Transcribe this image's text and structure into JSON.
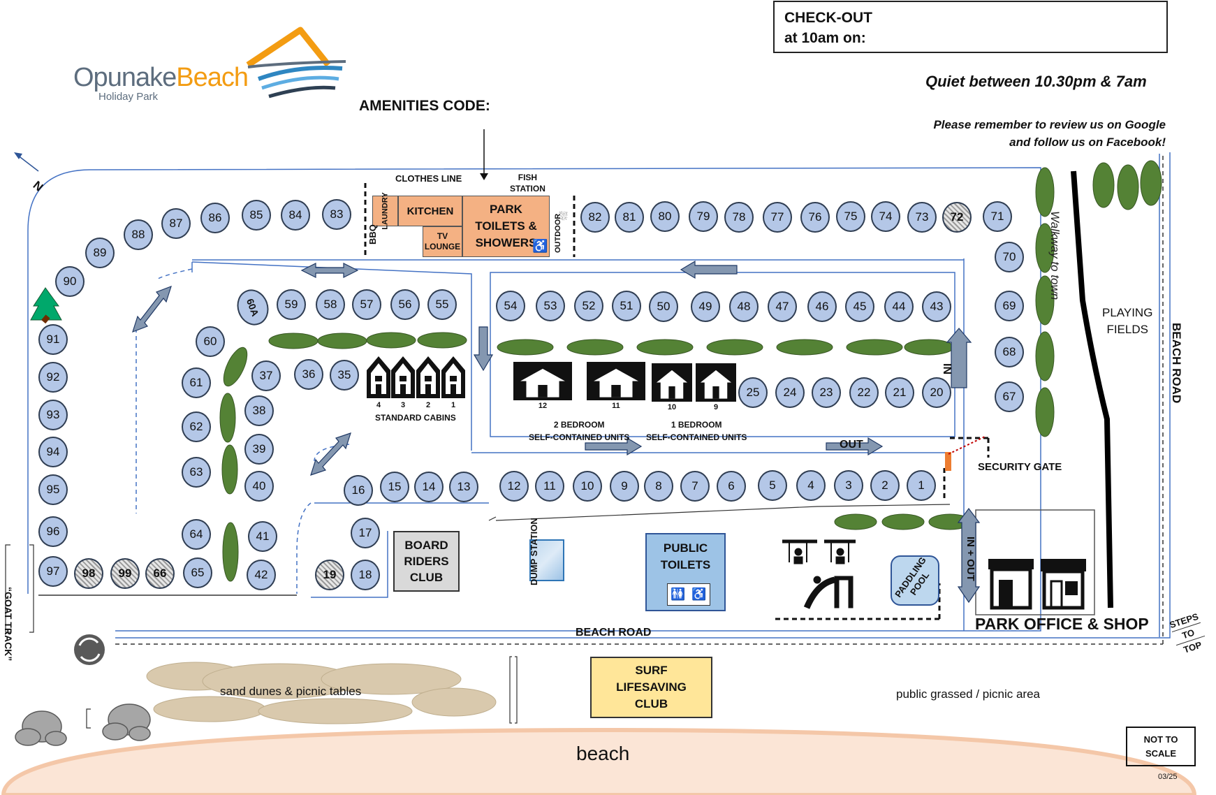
{
  "logo": {
    "brand_part1": "Opunake",
    "brand_part2": "Beach",
    "tagline": "Holiday Park"
  },
  "checkout": {
    "line1": "CHECK-OUT",
    "line2": "at 10am on:"
  },
  "quiet_notice": "Quiet between 10.30pm & 7am",
  "review_notice": {
    "line1": "Please remember to review us on Google",
    "line2": "and follow us on Facebook!"
  },
  "amenities_code": "AMENITIES CODE:",
  "north": "N",
  "labels": {
    "clothes_line": "CLOTHES LINE",
    "fish_station": [
      "FISH",
      "STATION"
    ],
    "laundry": "LAUNDRY",
    "kitchen": "KITCHEN",
    "tv_lounge": [
      "TV",
      "LOUNGE"
    ],
    "bbq": "BBQ",
    "park_toilets": [
      "PARK",
      "TOILETS &",
      "SHOWERS"
    ],
    "outdoor": "OUTDOOR",
    "walkway": "Walkway to town",
    "playing_fields": [
      "PLAYING",
      "FIELDS"
    ],
    "beach_road_vertical": "BEACH ROAD",
    "beach_road": "BEACH ROAD",
    "in": "IN",
    "out": "OUT",
    "in_out": "IN + OUT",
    "security_gate": "SECURITY GATE",
    "standard_cabins": "STANDARD CABINS",
    "two_bedroom": [
      "2 BEDROOM",
      "SELF-CONTAINED UNITS"
    ],
    "one_bedroom": [
      "1 BEDROOM",
      "SELF-CONTAINED UNITS"
    ],
    "board_riders": [
      "BOARD",
      "RIDERS",
      "CLUB"
    ],
    "dump_station": "DUMP STATION",
    "public_toilets": [
      "PUBLIC",
      "TOILETS"
    ],
    "paddling_pool": [
      "PADDLING",
      "POOL"
    ],
    "park_office": "PARK OFFICE & SHOP",
    "goat_track": "“GOAT TRACK”",
    "steps_to_top": [
      "STEPS",
      "TO",
      "TOP"
    ],
    "sand_dunes": "sand dunes & picnic tables",
    "public_grassed": "public grassed / picnic area",
    "surf_club": [
      "SURF",
      "LIFESAVING",
      "CLUB"
    ],
    "beach": "beach",
    "not_to_scale": [
      "NOT TO",
      "SCALE"
    ],
    "date_code": "03/25"
  },
  "cabins": {
    "standard": [
      "4",
      "3",
      "2",
      "1"
    ],
    "two_bedroom": [
      "12",
      "11"
    ],
    "one_bedroom": [
      "10",
      "9"
    ]
  },
  "colors": {
    "site_fill": "#b4c7e7",
    "amenities_fill": "#f4b183",
    "surf_club_fill": "#ffe699",
    "board_riders_fill": "#d9d9d9",
    "tree": "#548235",
    "arrow": "#8497b0"
  }
}
